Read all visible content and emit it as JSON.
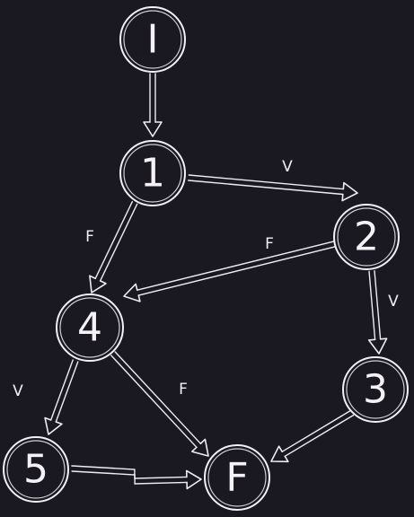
{
  "nodes": [
    {
      "id": "start",
      "label": "I"
    },
    {
      "id": "n1",
      "label": "1"
    },
    {
      "id": "n2",
      "label": "2"
    },
    {
      "id": "n3",
      "label": "3"
    },
    {
      "id": "n4",
      "label": "4"
    },
    {
      "id": "n5",
      "label": "5"
    },
    {
      "id": "end",
      "label": "F"
    }
  ],
  "edges": [
    {
      "from": "start",
      "to": "n1",
      "label": ""
    },
    {
      "from": "n1",
      "to": "n2",
      "label": "V"
    },
    {
      "from": "n1",
      "to": "n4",
      "label": "F"
    },
    {
      "from": "n2",
      "to": "n4",
      "label": "F"
    },
    {
      "from": "n2",
      "to": "n3",
      "label": "V"
    },
    {
      "from": "n4",
      "to": "n5",
      "label": "V"
    },
    {
      "from": "n4",
      "to": "end",
      "label": "F"
    },
    {
      "from": "n3",
      "to": "end",
      "label": ""
    },
    {
      "from": "n5",
      "to": "end",
      "label": ""
    }
  ],
  "colors": {
    "background": "#1a1820",
    "ink": "#f2f0f4"
  }
}
